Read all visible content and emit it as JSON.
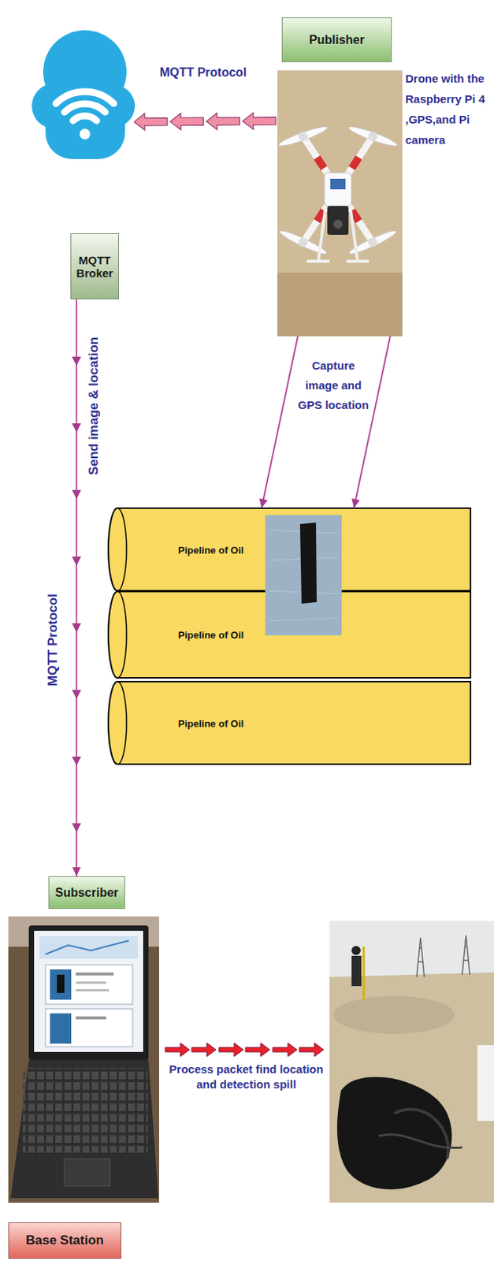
{
  "diagram": {
    "nodes": [
      {
        "text": [
          "Publisher"
        ]
      },
      {
        "text": [
          "Drone with the Raspberry Pi 4 ,GPS,and Pi camera"
        ]
      },
      {
        "text": [
          "MQTT Broker"
        ]
      },
      {
        "text": [
          "Pipeline of Oil"
        ]
      },
      {
        "text": [
          "Pipeline of Oil"
        ]
      },
      {
        "text": [
          "Pipeline of Oil"
        ]
      },
      {
        "text": [
          "Subscriber"
        ]
      },
      {
        "text": [
          "Base Station"
        ]
      }
    ],
    "edges": [
      {
        "from": 1,
        "to": 2,
        "arrow": "to",
        "label": "MQTT Protocol"
      },
      {
        "from": 2,
        "to": 6,
        "arrow": "to",
        "label": "Send image & location"
      },
      {
        "from": 1,
        "to": 3,
        "arrow": "to",
        "label": "Capture image and GPS location"
      },
      {
        "from": 1,
        "to": 3,
        "arrow": "to"
      }
    ],
    "labels": [
      "MQTT Protocol",
      "Process packet find location and detection spill"
    ]
  }
}
